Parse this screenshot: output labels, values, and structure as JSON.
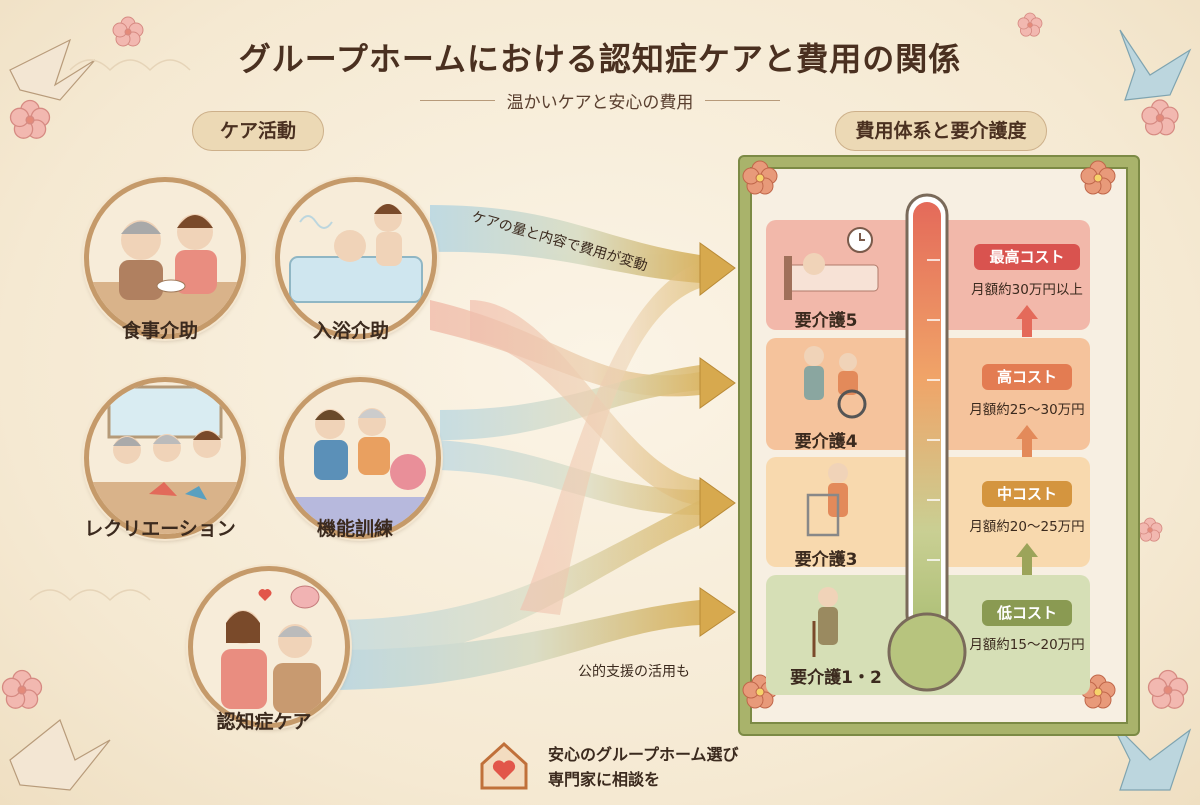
{
  "title": "グループホームにおける認知症ケアと費用の関係",
  "subtitle": "温かいケアと安心の費用",
  "left_header": "ケア活動",
  "right_header": "費用体系と要介護度",
  "activities": [
    {
      "label": "食事介助"
    },
    {
      "label": "入浴介助"
    },
    {
      "label": "レクリエーション"
    },
    {
      "label": "機能訓練"
    },
    {
      "label": "認知症ケア"
    }
  ],
  "flow_captions": {
    "top": "ケアの量と内容で費用が変動",
    "bottom": "公的支援の活用も"
  },
  "levels": [
    {
      "label": "要介護5",
      "cost": "最高コスト",
      "range": "月額約30万円以上",
      "color": "#d9534f"
    },
    {
      "label": "要介護4",
      "cost": "高コスト",
      "range": "月額約25～30万円",
      "color": "#e37c52"
    },
    {
      "label": "要介護3",
      "cost": "中コスト",
      "range": "月額約20～25万円",
      "color": "#d4953f"
    },
    {
      "label": "要介護1・2",
      "cost": "低コスト",
      "range": "月額約15～20万円",
      "color": "#8a9a52"
    }
  ],
  "footer": {
    "line1": "安心のグループホーム選び",
    "line2": "専門家に相談を"
  }
}
